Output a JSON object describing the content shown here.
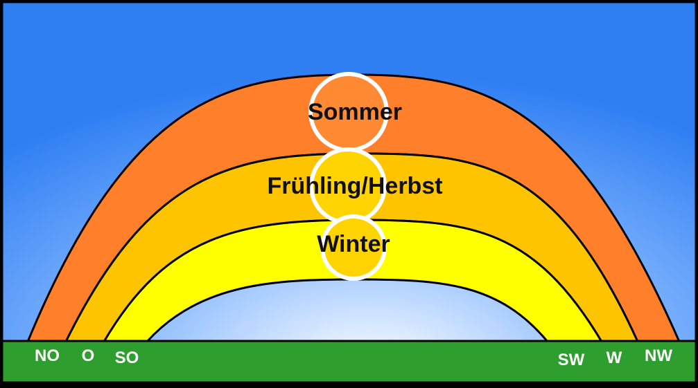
{
  "colors": {
    "sky_center": "#ffffff",
    "sky_mid": "#8cbcff",
    "sky_edge": "#2f7ff3",
    "ground": "#2e9e2e",
    "summer": "#ff7f2a",
    "spring_autumn": "#ffc400",
    "winter": "#ffff00",
    "sun_summer": "#ff8a33",
    "sun_spring_autumn": "#ffd400",
    "sun_winter": "#ffd400",
    "sun_ring": "#ffffff",
    "outline": "#000000"
  },
  "arcs": [
    {
      "label": "Sommer",
      "sun_icon": "sun-icon"
    },
    {
      "label": "Frühling/Herbst",
      "sun_icon": "sun-icon"
    },
    {
      "label": "Winter",
      "sun_icon": "sun-icon"
    }
  ],
  "directions": [
    "NO",
    "O",
    "SO",
    "SW",
    "W",
    "NW"
  ]
}
